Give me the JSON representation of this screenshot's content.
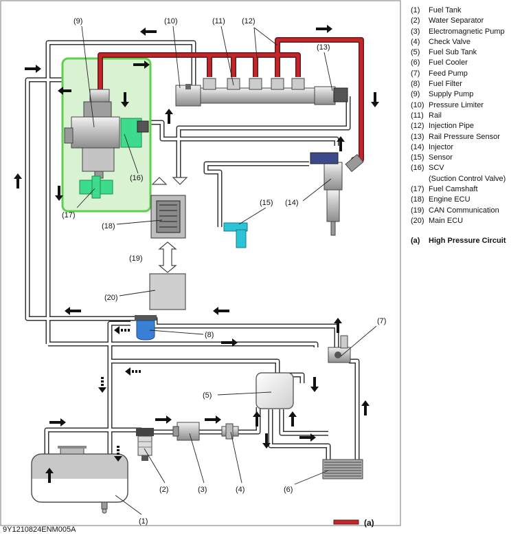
{
  "legend": [
    {
      "num": "(1)",
      "label": "Fuel Tank"
    },
    {
      "num": "(2)",
      "label": "Water Separator"
    },
    {
      "num": "(3)",
      "label": "Electromagnetic Pump"
    },
    {
      "num": "(4)",
      "label": "Check Valve"
    },
    {
      "num": "(5)",
      "label": "Fuel Sub Tank"
    },
    {
      "num": "(6)",
      "label": "Fuel Cooler"
    },
    {
      "num": "(7)",
      "label": "Feed Pump"
    },
    {
      "num": "(8)",
      "label": "Fuel Filter"
    },
    {
      "num": "(9)",
      "label": "Supply Pump"
    },
    {
      "num": "(10)",
      "label": "Pressure Limiter"
    },
    {
      "num": "(11)",
      "label": "Rail"
    },
    {
      "num": "(12)",
      "label": "Injection Pipe"
    },
    {
      "num": "(13)",
      "label": "Rail Pressure Sensor"
    },
    {
      "num": "(14)",
      "label": "Injector"
    },
    {
      "num": "(15)",
      "label": "Sensor"
    },
    {
      "num": "(16)",
      "label": "SCV"
    },
    {
      "num": "",
      "label": "(Suction Control Valve)"
    },
    {
      "num": "(17)",
      "label": "Fuel Camshaft"
    },
    {
      "num": "(18)",
      "label": "Engine ECU"
    },
    {
      "num": "(19)",
      "label": "CAN Communication"
    },
    {
      "num": "(20)",
      "label": "Main ECU"
    }
  ],
  "legend_extra": {
    "num": "(a)",
    "label": "High Pressure Circuit"
  },
  "callouts": {
    "c1": "(1)",
    "c2": "(2)",
    "c3": "(3)",
    "c4": "(4)",
    "c5": "(5)",
    "c6": "(6)",
    "c7": "(7)",
    "c8": "(8)",
    "c9": "(9)",
    "c10": "(10)",
    "c11": "(11)",
    "c12": "(12)",
    "c13": "(13)",
    "c14": "(14)",
    "c15": "(15)",
    "c16": "(16)",
    "c17": "(17)",
    "c18": "(18)",
    "c19": "(19)",
    "c20": "(20)",
    "ca": "(a)"
  },
  "figure_code": "9Y1210824ENM005A",
  "colors": {
    "high_pressure": "#c0282c",
    "scv_green": "#3ddc8c",
    "pump_area": "#d9f2d2",
    "filter_blue": "#3a7fd6",
    "sensor_cyan": "#2cc3d6"
  }
}
